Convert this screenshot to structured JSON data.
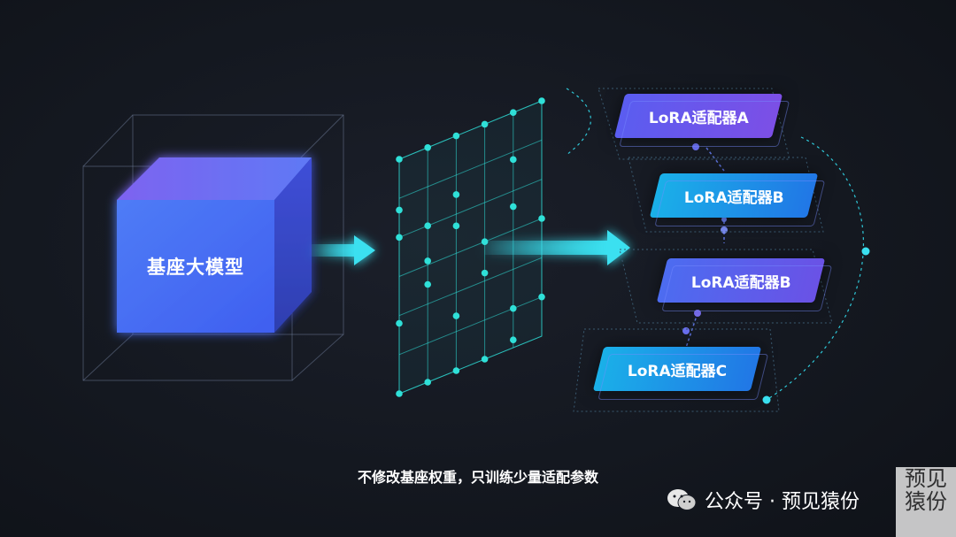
{
  "diagram": {
    "base_model_label": "基座大模型",
    "adapters": [
      {
        "label": "LoRA适配器A",
        "color": "#6a55ea"
      },
      {
        "label": "LoRA适配器B",
        "color": "#1a9ae8"
      },
      {
        "label": "LoRA适配器B",
        "color": "#5b60ec"
      },
      {
        "label": "LoRA适配器C",
        "color": "#1a9ae8"
      }
    ],
    "arrow_color": "#3ae0f0",
    "grid_color": "#2fe0d8"
  },
  "caption": {
    "subtitle": "不修改基座权重，只训练少量适配参数"
  },
  "watermark": {
    "icon": "wechat-icon",
    "text": "公众号 · 预见猿份",
    "stamp": "预见猿份"
  }
}
